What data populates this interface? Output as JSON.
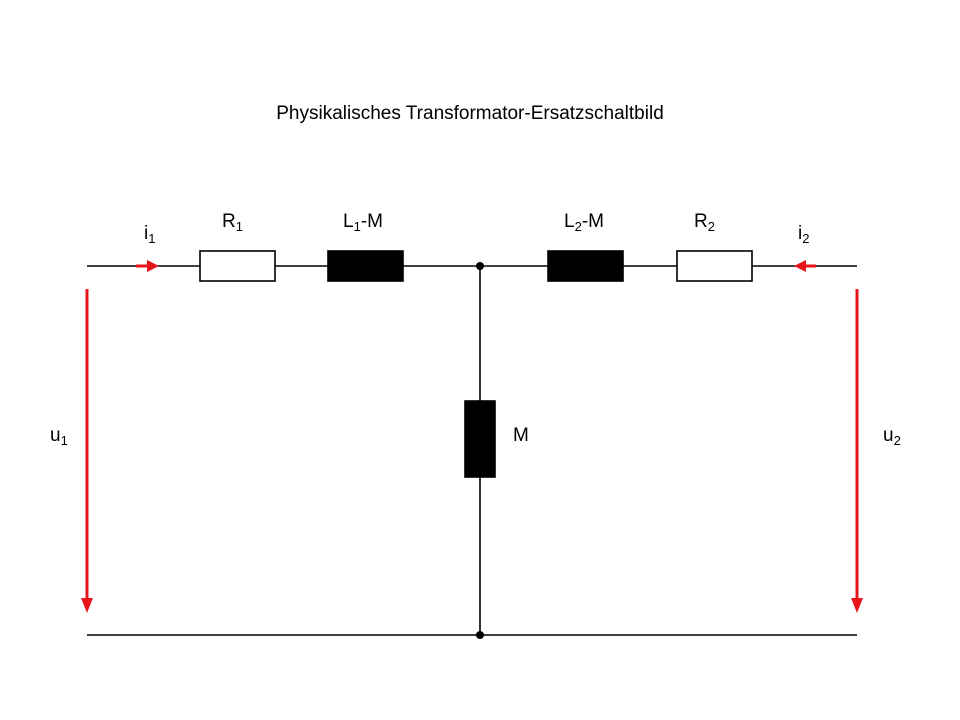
{
  "title": "Physikalisches Transformator-Ersatzschaltbild",
  "labels": {
    "r1": {
      "base": "R",
      "sub": "1"
    },
    "l1m": {
      "base": "L",
      "sub": "1",
      "suffix": "-M"
    },
    "l2m": {
      "base": "L",
      "sub": "2",
      "suffix": "-M"
    },
    "r2": {
      "base": "R",
      "sub": "2"
    },
    "i1": {
      "base": "i",
      "sub": "1"
    },
    "i2": {
      "base": "i",
      "sub": "2"
    },
    "u1": {
      "base": "u",
      "sub": "1"
    },
    "u2": {
      "base": "u",
      "sub": "2"
    },
    "m": "M"
  },
  "colors": {
    "arrow": "#e8141b",
    "wire": "#000000",
    "inductor_fill": "#000000",
    "resistor_fill": "#ffffff"
  }
}
